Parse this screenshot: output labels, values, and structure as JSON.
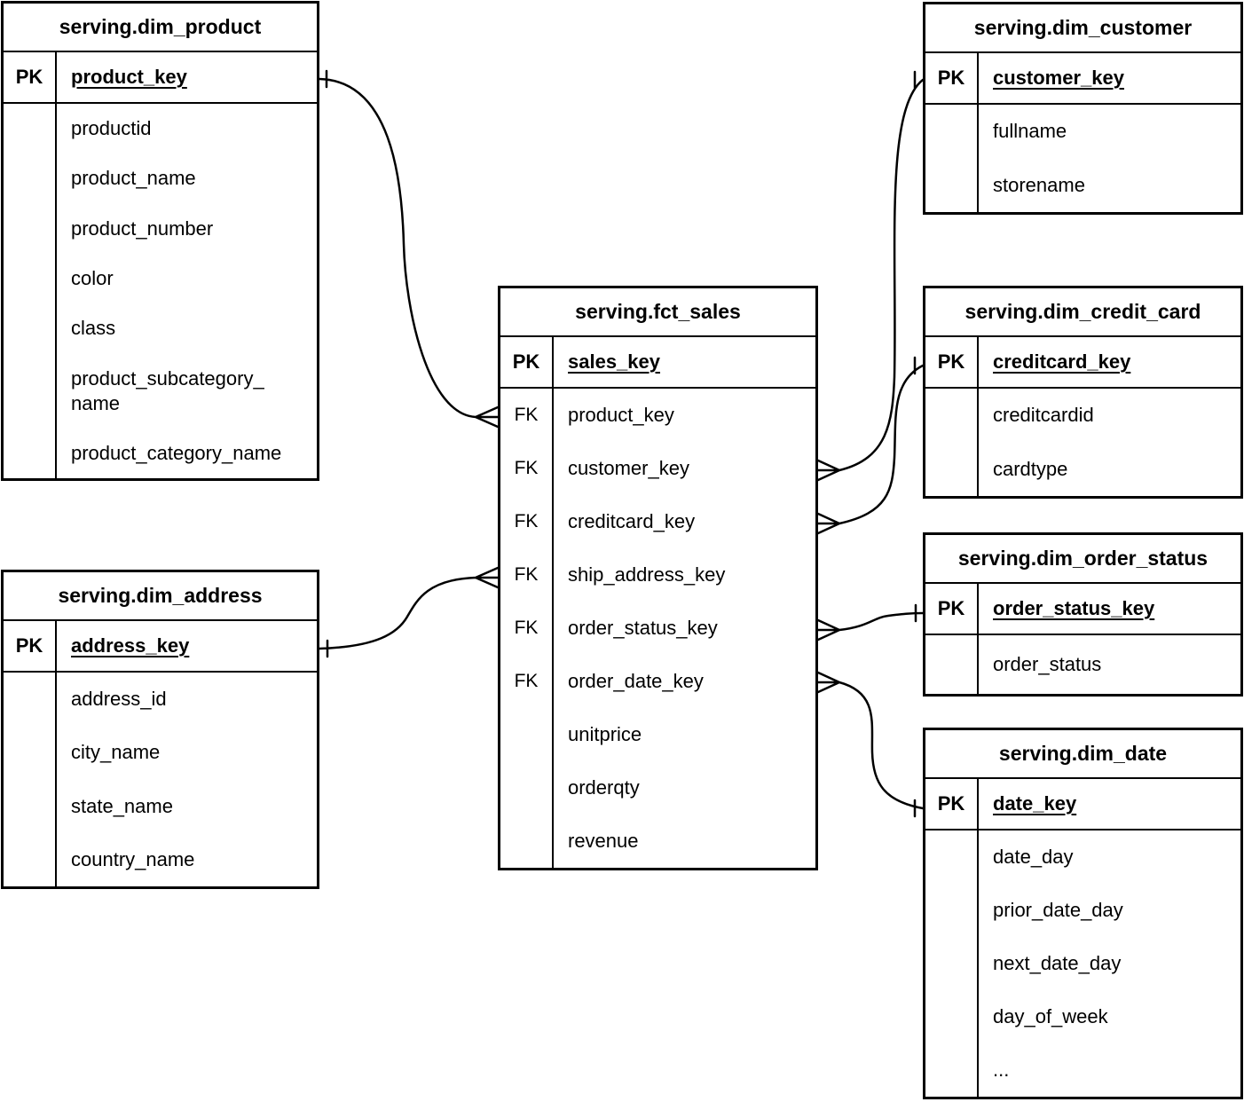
{
  "colors": {
    "line": "#000000",
    "table_fill": "#ffffff",
    "background": "#ffffff"
  },
  "tables": {
    "dim_product": {
      "title": "serving.dim_product",
      "pk_badge": "PK",
      "pk_name": "product_key",
      "attributes": [
        {
          "badge": "",
          "name": "productid"
        },
        {
          "badge": "",
          "name": "product_name"
        },
        {
          "badge": "",
          "name": "product_number"
        },
        {
          "badge": "",
          "name": "color"
        },
        {
          "badge": "",
          "name": "class"
        },
        {
          "badge": "",
          "name": "product_subcategory_name"
        },
        {
          "badge": "",
          "name": "product_category_name"
        }
      ]
    },
    "dim_customer": {
      "title": "serving.dim_customer",
      "pk_badge": "PK",
      "pk_name": "customer_key",
      "attributes": [
        {
          "badge": "",
          "name": "fullname"
        },
        {
          "badge": "",
          "name": "storename"
        }
      ]
    },
    "fct_sales": {
      "title": "serving.fct_sales",
      "pk_badge": "PK",
      "pk_name": "sales_key",
      "attributes": [
        {
          "badge": "FK",
          "name": "product_key"
        },
        {
          "badge": "FK",
          "name": "customer_key"
        },
        {
          "badge": "FK",
          "name": "creditcard_key"
        },
        {
          "badge": "FK",
          "name": "ship_address_key"
        },
        {
          "badge": "FK",
          "name": "order_status_key"
        },
        {
          "badge": "FK",
          "name": "order_date_key"
        },
        {
          "badge": "",
          "name": "unitprice"
        },
        {
          "badge": "",
          "name": "orderqty"
        },
        {
          "badge": "",
          "name": "revenue"
        }
      ]
    },
    "dim_credit_card": {
      "title": "serving.dim_credit_card",
      "pk_badge": "PK",
      "pk_name": "creditcard_key",
      "attributes": [
        {
          "badge": "",
          "name": "creditcardid"
        },
        {
          "badge": "",
          "name": "cardtype"
        }
      ]
    },
    "dim_order_status": {
      "title": "serving.dim_order_status",
      "pk_badge": "PK",
      "pk_name": "order_status_key",
      "attributes": [
        {
          "badge": "",
          "name": "order_status"
        }
      ]
    },
    "dim_date": {
      "title": "serving.dim_date",
      "pk_badge": "PK",
      "pk_name": "date_key",
      "attributes": [
        {
          "badge": "",
          "name": "date_day"
        },
        {
          "badge": "",
          "name": "prior_date_day"
        },
        {
          "badge": "",
          "name": "next_date_day"
        },
        {
          "badge": "",
          "name": "day_of_week"
        },
        {
          "badge": "",
          "name": "..."
        }
      ]
    },
    "dim_address": {
      "title": "serving.dim_address",
      "pk_badge": "PK",
      "pk_name": "address_key",
      "attributes": [
        {
          "badge": "",
          "name": "address_id"
        },
        {
          "badge": "",
          "name": "city_name"
        },
        {
          "badge": "",
          "name": "state_name"
        },
        {
          "badge": "",
          "name": "country_name"
        }
      ]
    }
  },
  "relationships": [
    {
      "many_side": "serving.fct_sales.product_key",
      "one_side": "serving.dim_product.product_key",
      "many_cardinality": "many",
      "one_cardinality": "one"
    },
    {
      "many_side": "serving.fct_sales.customer_key",
      "one_side": "serving.dim_customer.customer_key",
      "many_cardinality": "many",
      "one_cardinality": "one"
    },
    {
      "many_side": "serving.fct_sales.creditcard_key",
      "one_side": "serving.dim_credit_card.creditcard_key",
      "many_cardinality": "many",
      "one_cardinality": "one"
    },
    {
      "many_side": "serving.fct_sales.ship_address_key",
      "one_side": "serving.dim_address.address_key",
      "many_cardinality": "many",
      "one_cardinality": "one"
    },
    {
      "many_side": "serving.fct_sales.order_status_key",
      "one_side": "serving.dim_order_status.order_status_key",
      "many_cardinality": "many",
      "one_cardinality": "one"
    },
    {
      "many_side": "serving.fct_sales.order_date_key",
      "one_side": "serving.dim_date.date_key",
      "many_cardinality": "many",
      "one_cardinality": "one"
    }
  ]
}
